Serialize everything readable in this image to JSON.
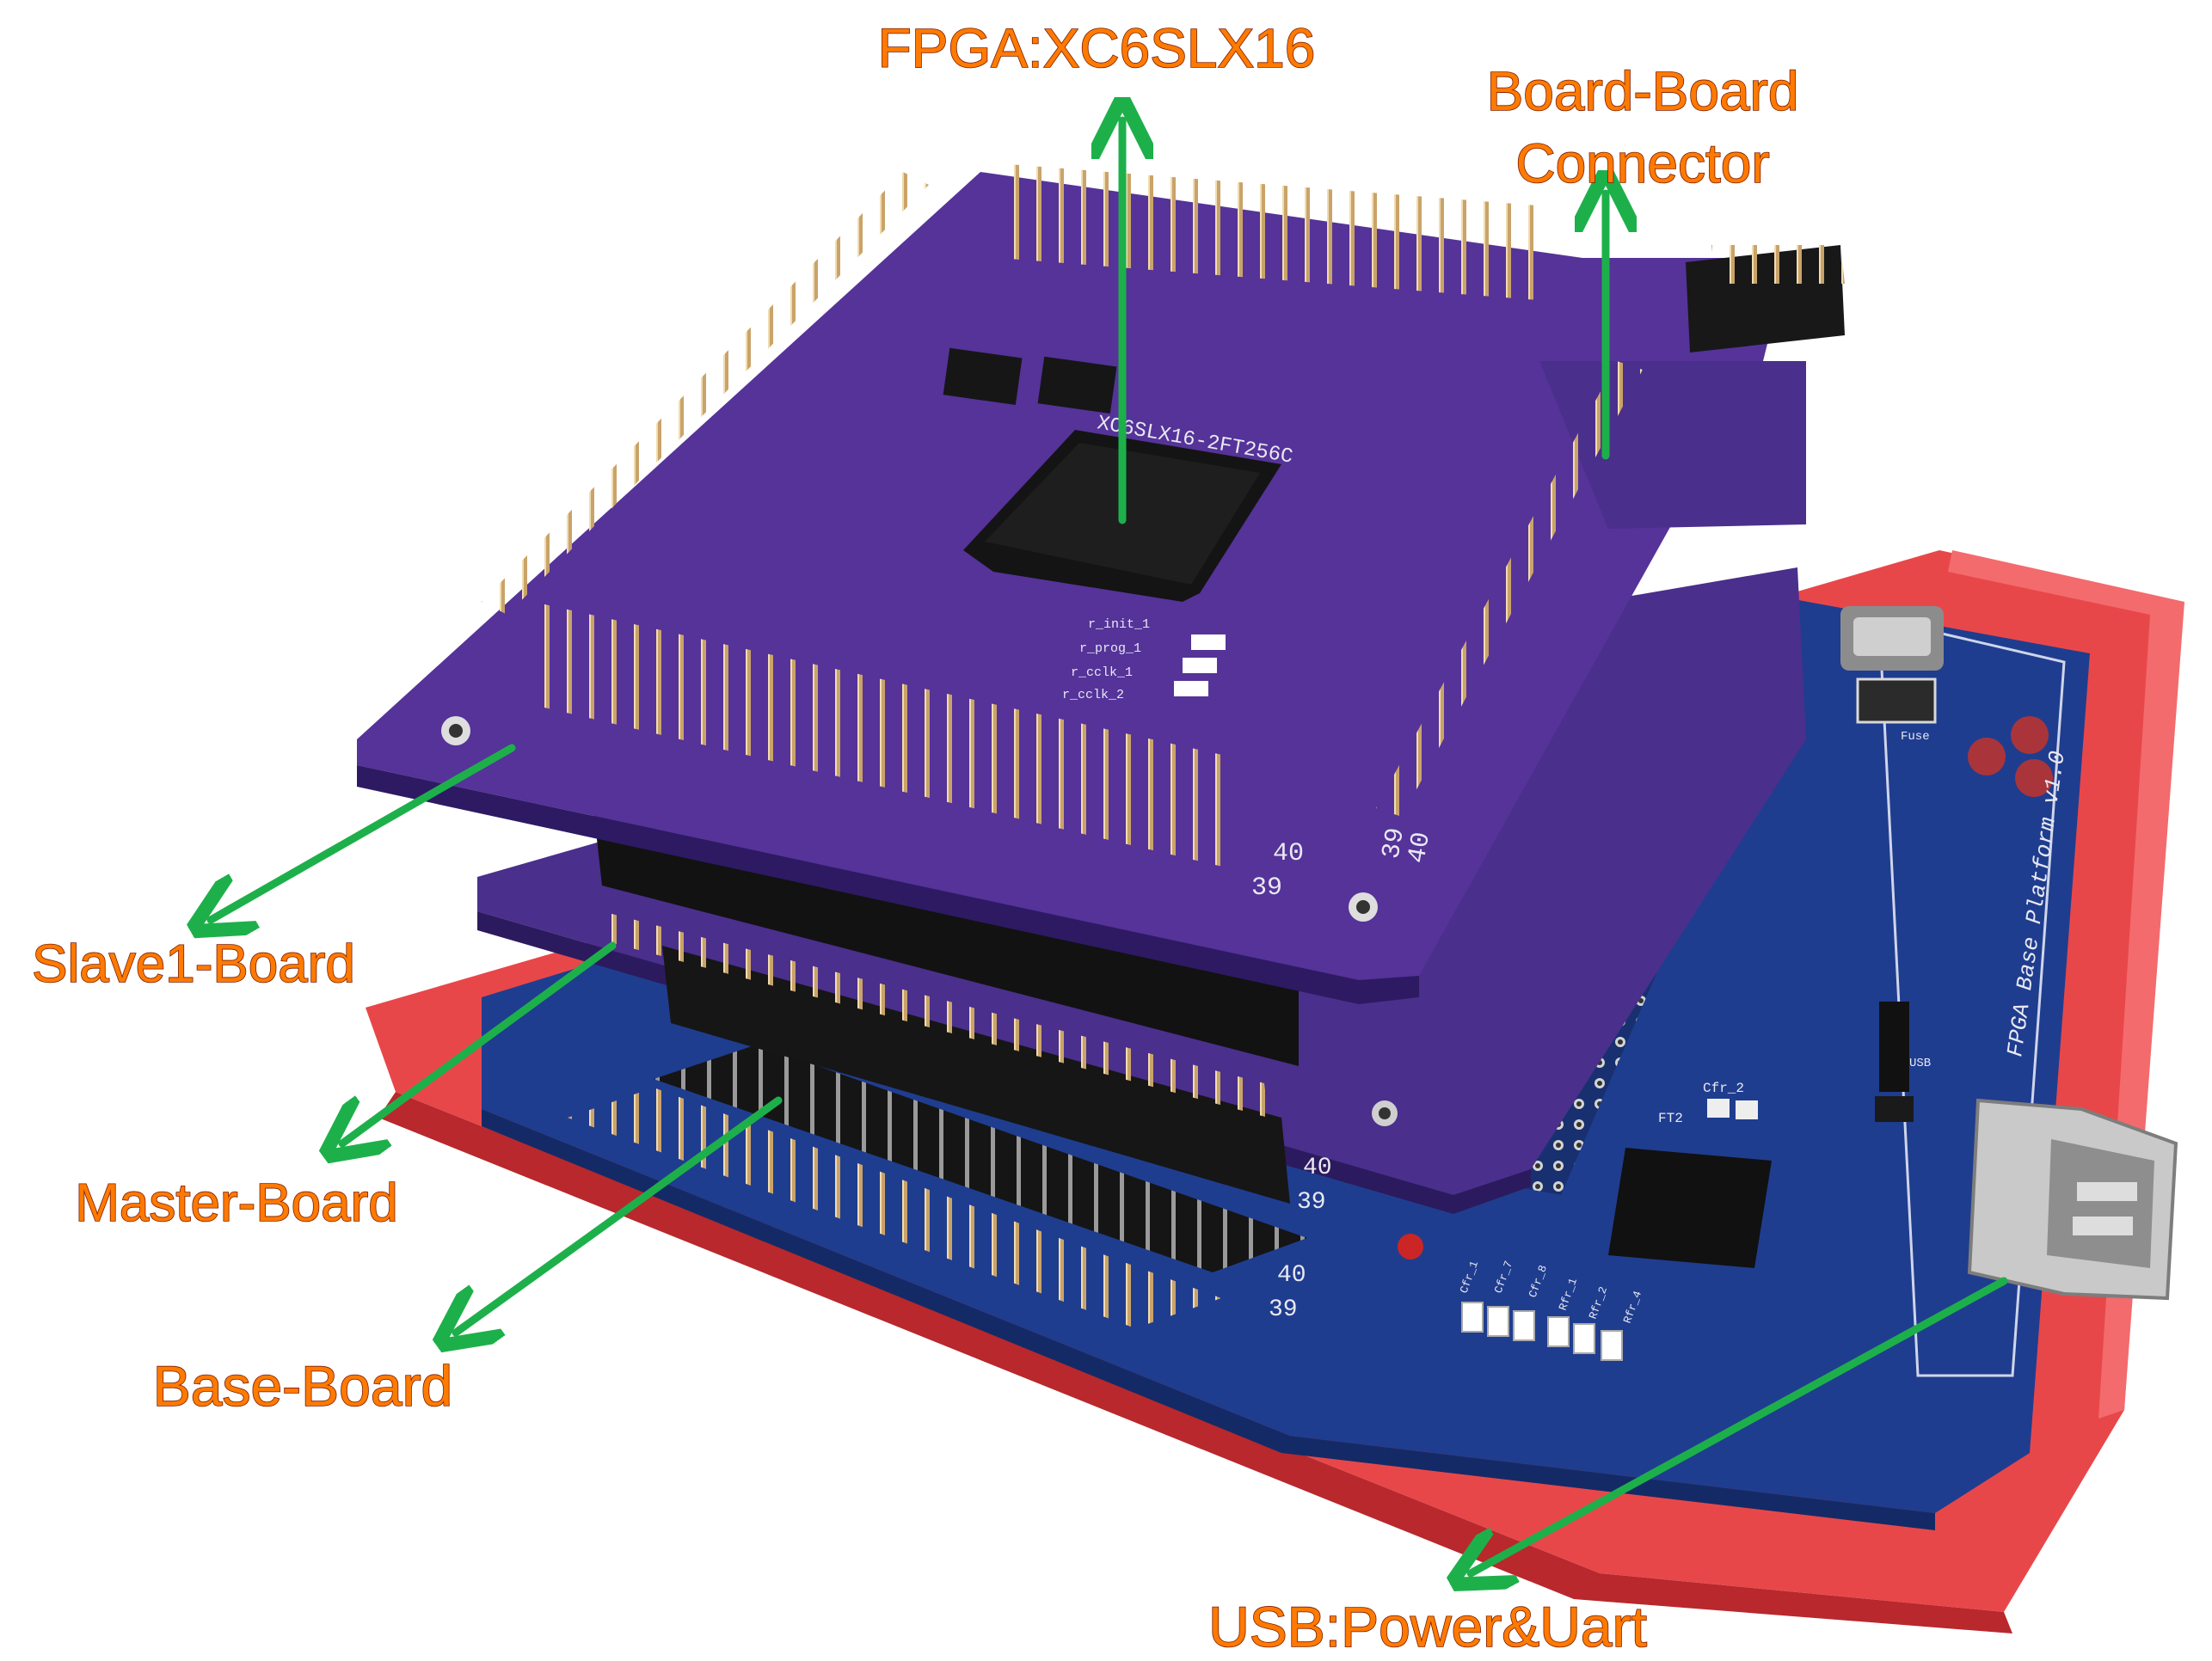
{
  "labels": {
    "fpga": "FPGA:XC6SLX16",
    "connector_line1": "Board-Board",
    "connector_line2": "Connector",
    "slave": "Slave1-Board",
    "master": "Master-Board",
    "base": "Base-Board",
    "usb": "USB:Power&Uart"
  },
  "board_silkscreen": {
    "chip_marking": "XC6SLX16-2FT256C",
    "pin_40": "40",
    "pin_39": "39",
    "base_platform": "FPGA Base Platform v1.0",
    "fuse": "Fuse",
    "usb_mark": "USB",
    "r_init": "r_init_1",
    "r_prog": "r_prog_1",
    "r_cclk": "r_cclk_1",
    "r_cclk2": "r_cclk_2",
    "cfg_2": "Cfr_2",
    "ft2": "FT2",
    "cfg_1": "Cfr_1",
    "cfg_7": "Cfr_7",
    "cfg_8": "Cfr_8",
    "rfr_1": "Rfr_1",
    "rfr_2": "Rfr_2",
    "rfr_4": "Rfr_4"
  },
  "colors": {
    "callout_text": "#ff7a00",
    "arrow": "#1db04a",
    "pcb_purple": "#4a2f8c",
    "pcb_blue": "#1f3d8f",
    "enclosure_red": "#e8474a",
    "pin_gold": "#c9a36a",
    "header_black": "#1a1a1a"
  }
}
